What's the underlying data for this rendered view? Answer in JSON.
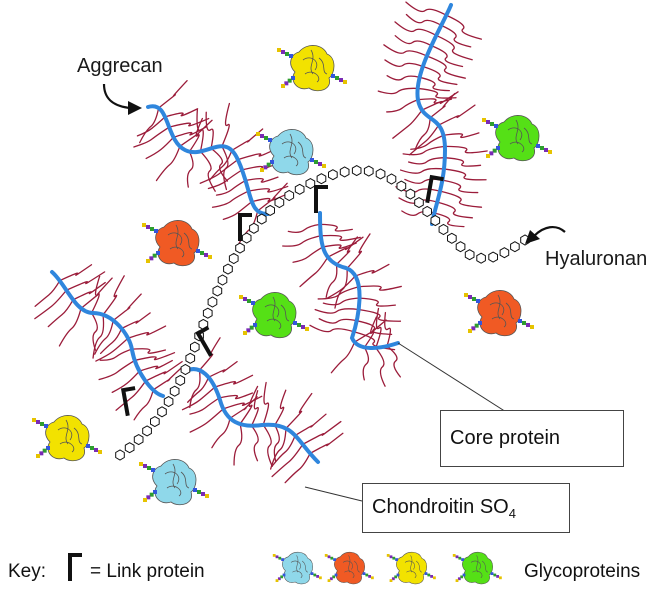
{
  "labels": {
    "aggrecan": "Aggrecan",
    "hyaluronan": "Hyaluronan",
    "core_protein": "Core protein",
    "chondroitin": "Chondroitin SO",
    "chondroitin_sub": "4"
  },
  "key": {
    "title": "Key:",
    "link_protein": "= Link protein",
    "glycoproteins": "Glycoproteins"
  },
  "colors": {
    "core_protein": "#2f86dd",
    "chondroitin": "#9b1c3a",
    "link_protein": "#111111",
    "glyco_yellow": "#f2e200",
    "glyco_cyan": "#8fd8ea",
    "glyco_orange": "#f05a24",
    "glyco_green": "#55e016"
  },
  "icons": [
    "link-protein-icon",
    "glycoprotein-icon",
    "hyaluronan-chain"
  ]
}
